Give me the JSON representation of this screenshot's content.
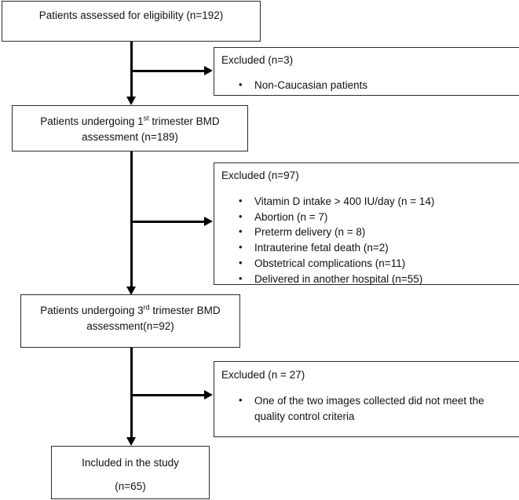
{
  "chart_data": {
    "type": "diagram",
    "title": "CONSORT-style patient flow diagram",
    "nodes": [
      {
        "id": "assessed",
        "kind": "primary",
        "lines": [
          "Patients assessed for eligibility (n=192)"
        ]
      },
      {
        "id": "excluded1",
        "kind": "excluded",
        "heading": "Excluded (n=3)",
        "bullets": [
          "Non-Caucasian patients"
        ]
      },
      {
        "id": "trimester1",
        "kind": "primary",
        "lines": [
          "Patients undergoing 1st trimester BMD",
          "assessment (n=189)"
        ]
      },
      {
        "id": "excluded2",
        "kind": "excluded",
        "heading": "Excluded (n=97)",
        "bullets": [
          "Vitamin D intake > 400 IU/day (n = 14)",
          "Abortion (n = 7)",
          "Preterm delivery (n = 8)",
          "Intrauterine fetal death (n=2)",
          "Obstetrical complications (n=11)",
          "Delivered in another hospital (n=55)"
        ]
      },
      {
        "id": "trimester3",
        "kind": "primary",
        "lines": [
          "Patients undergoing 3rd trimester BMD",
          "assessment(n=92)"
        ]
      },
      {
        "id": "excluded3",
        "kind": "excluded",
        "heading": "Excluded (n = 27)",
        "bullets": [
          "One of the two images collected did not meet the quality control criteria"
        ]
      },
      {
        "id": "included",
        "kind": "primary",
        "lines": [
          "Included in the study",
          "(n=65)"
        ]
      }
    ],
    "counts": {
      "assessed": 192,
      "excluded_non_caucasian": 3,
      "trimester1_bmd": 189,
      "excluded_stage2_total": 97,
      "excluded_vitamin_d": 14,
      "excluded_abortion": 7,
      "excluded_preterm": 8,
      "excluded_fetal_death": 2,
      "excluded_obstetrical": 11,
      "excluded_other_hospital": 55,
      "trimester3_bmd": 92,
      "excluded_quality_control": 27,
      "included": 65
    }
  },
  "boxes": {
    "assessed": {
      "text": "Patients assessed for eligibility (n=192)"
    },
    "excluded1": {
      "heading": "Excluded (n=3)",
      "bullet1": "Non-Caucasian patients"
    },
    "trimester1": {
      "prefix": "Patients undergoing 1",
      "ordinal": "st",
      "suffix": " trimester BMD",
      "line2": "assessment (n=189)"
    },
    "excluded2": {
      "heading": "Excluded (n=97)",
      "bullet1": "Vitamin D intake > 400 IU/day (n = 14)",
      "bullet2": "Abortion (n = 7)",
      "bullet3": "Preterm delivery (n = 8)",
      "bullet4": "Intrauterine fetal death (n=2)",
      "bullet5": "Obstetrical complications (n=11)",
      "bullet6": "Delivered in another hospital (n=55)"
    },
    "trimester3": {
      "prefix": "Patients undergoing 3",
      "ordinal": "rd",
      "suffix": " trimester BMD",
      "line2": "assessment(n=92)"
    },
    "excluded3": {
      "heading": "Excluded (n = 27)",
      "bullet1": "One of the two images collected did not meet the quality control criteria"
    },
    "included": {
      "line1": "Included in the study",
      "line2": "(n=65)"
    }
  },
  "style": {
    "stroke": "#2b2b2b",
    "connector": "#000000",
    "text": "#111111",
    "background": "#ffffff"
  }
}
